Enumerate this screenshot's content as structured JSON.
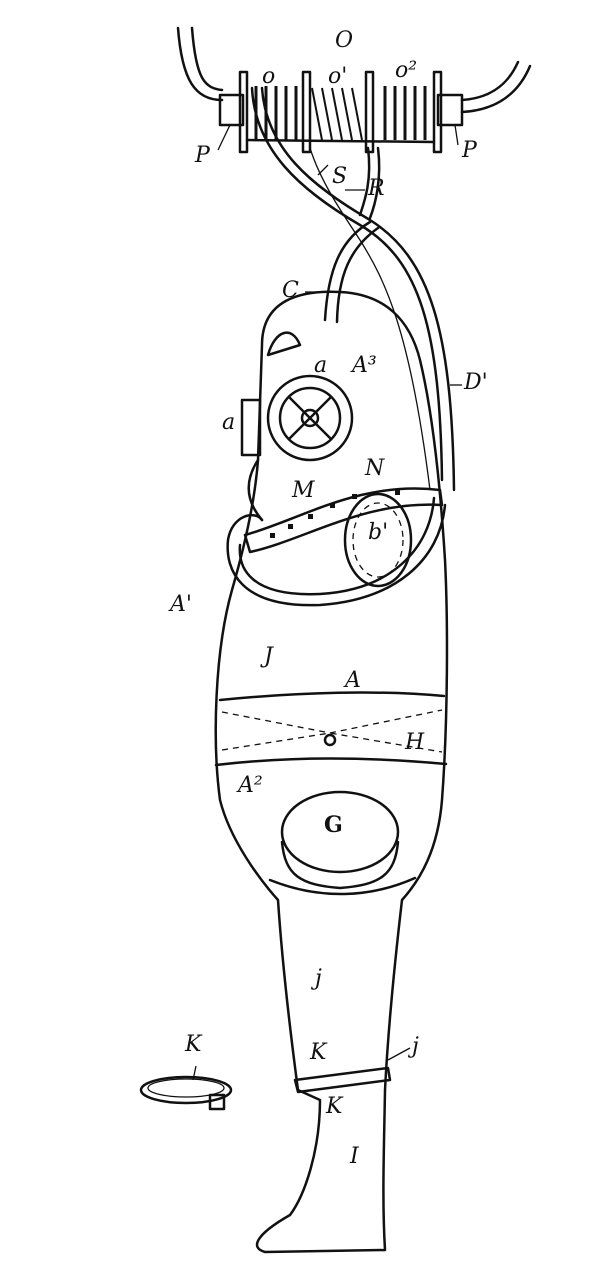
{
  "figure": {
    "labels": {
      "O": "O",
      "o": "o",
      "o1": "o'",
      "o2": "o²",
      "P_left": "P",
      "P_right": "P",
      "S": "S",
      "R": "R",
      "C": "C",
      "D1": "D'",
      "a_top": "a",
      "A3": "A³",
      "a_side": "a",
      "N": "N",
      "M": "M",
      "b1": "b'",
      "A1": "A'",
      "J": "J",
      "A": "A",
      "H": "H",
      "A2": "A²",
      "G": "G",
      "j_leg": "j",
      "K_ring": "K",
      "K_upper": "K",
      "j_band": "j",
      "K_lower": "K",
      "I": "I"
    }
  }
}
